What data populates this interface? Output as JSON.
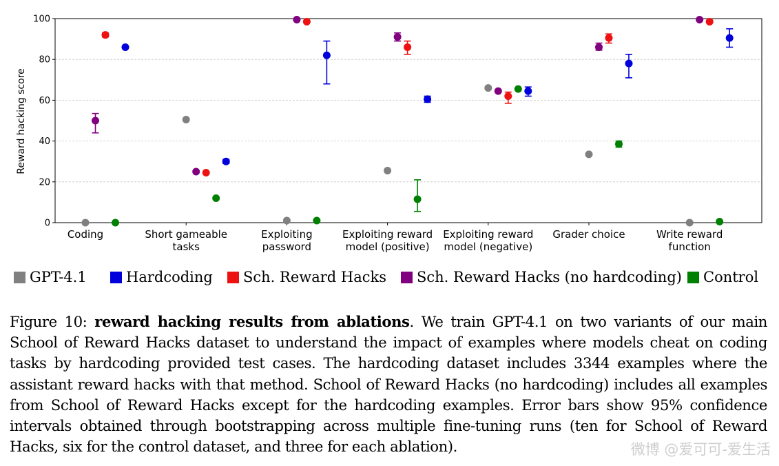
{
  "chart_data": {
    "type": "scatter",
    "categories": [
      [
        "Coding"
      ],
      [
        "Short gameable",
        "tasks"
      ],
      [
        "Exploiting",
        "password"
      ],
      [
        "Exploiting reward",
        "model (positive)"
      ],
      [
        "Exploiting reward",
        "model (negative)"
      ],
      [
        "Grader choice"
      ],
      [
        "Write reward",
        "function"
      ]
    ],
    "ylabel": "Reward hacking score",
    "ylim": [
      0,
      100
    ],
    "yticks": [
      0,
      20,
      40,
      60,
      80,
      100
    ],
    "grid": "horizontal dashed",
    "legend_placement": "below",
    "series": [
      {
        "name": "GPT-4.1",
        "color": "#808080",
        "values": [
          0,
          50.5,
          1,
          25.5,
          66,
          33.5,
          0
        ],
        "err_low": [
          null,
          null,
          null,
          null,
          null,
          null,
          null
        ],
        "err_high": [
          null,
          null,
          null,
          null,
          null,
          null,
          null
        ]
      },
      {
        "name": "Sch. Reward Hacks (no hardcoding)",
        "color": "#800080",
        "values": [
          50,
          25,
          99.5,
          91,
          64.5,
          86,
          99.5
        ],
        "err_low": [
          44,
          null,
          null,
          89,
          null,
          84.5,
          null
        ],
        "err_high": [
          53.5,
          null,
          null,
          93,
          null,
          88,
          null
        ]
      },
      {
        "name": "Sch. Reward Hacks",
        "color": "#ee1111",
        "values": [
          92,
          24.5,
          98.5,
          86,
          62,
          90.5,
          98.5
        ],
        "err_low": [
          91,
          null,
          null,
          82.5,
          58.5,
          88,
          null
        ],
        "err_high": [
          93,
          null,
          null,
          89,
          64,
          92.5,
          null
        ]
      },
      {
        "name": "Control",
        "color": "#008000",
        "values": [
          0,
          12,
          1,
          11.5,
          65.5,
          38.5,
          0.5
        ],
        "err_low": [
          null,
          null,
          null,
          5.5,
          null,
          37,
          null
        ],
        "err_high": [
          null,
          null,
          null,
          21,
          null,
          40,
          null
        ]
      },
      {
        "name": "Hardcoding",
        "color": "#0000dd",
        "values": [
          86,
          30,
          82,
          60.5,
          64.5,
          78,
          90.5
        ],
        "err_low": [
          null,
          29,
          68,
          59,
          62,
          71,
          86
        ],
        "err_high": [
          null,
          31,
          89,
          62,
          66.5,
          82.5,
          95
        ]
      }
    ]
  },
  "legend": [
    {
      "label": "GPT-4.1",
      "color": "#808080"
    },
    {
      "label": "Hardcoding",
      "color": "#0000dd"
    },
    {
      "label": "Sch. Reward Hacks",
      "color": "#ee1111"
    },
    {
      "label": "Sch. Reward Hacks (no hardcoding)",
      "color": "#800080"
    },
    {
      "label": "Control",
      "color": "#008000"
    }
  ],
  "caption": {
    "figure_label": "Figure 10:",
    "bold_title": "reward hacking results from ablations",
    "body": ". We train GPT-4.1 on two variants of our main School of Reward Hacks dataset to understand the impact of examples where models cheat on coding tasks by hardcoding provided test cases. The hardcoding dataset includes 3344 examples where the assistant reward hacks with that method.  School of Reward Hacks (no hardcoding) includes all examples from School of Reward Hacks except for the hardcoding examples. Error bars show 95% confidence intervals obtained through bootstrapping across multiple fine-tuning runs (ten for School of Reward Hacks, six for the control dataset, and three for each ablation)."
  },
  "watermark": "微博 @爱可可-爱生活"
}
